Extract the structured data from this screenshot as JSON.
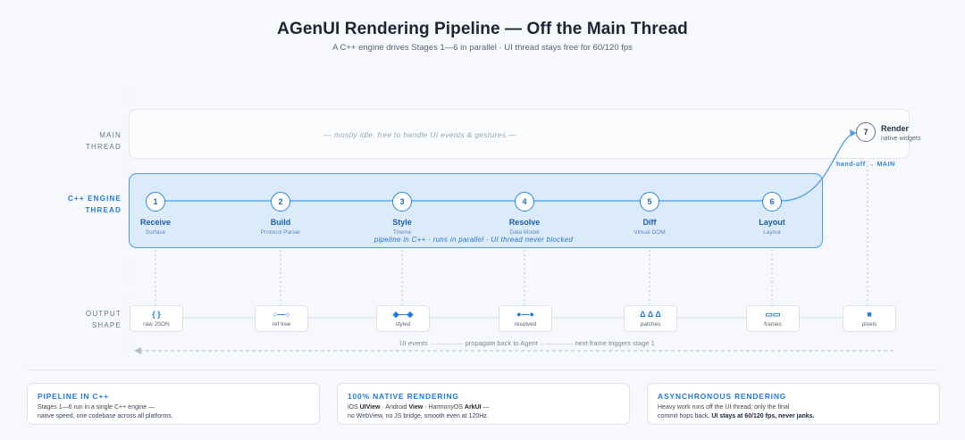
{
  "header": {
    "title": "AGenUI Rendering Pipeline — Off the Main Thread",
    "subtitle": "A C++ engine drives Stages 1—6 in parallel · UI thread stays free for 60/120 fps"
  },
  "rows": {
    "main": {
      "line1": "MAIN",
      "line2": "THREAD"
    },
    "cpp": {
      "line1": "C++ ENGINE",
      "line2": "THREAD"
    },
    "output": {
      "line1": "OUTPUT",
      "line2": "SHAPE"
    }
  },
  "main_thread_note": "— mostly idle, free to handle UI events & gestures —",
  "cpp_note": "pipeline in C++ · runs in parallel · UI thread never blocked",
  "stages": [
    {
      "num": "1",
      "name": "Receive",
      "sub": "Surface"
    },
    {
      "num": "2",
      "name": "Build",
      "sub": "Protocol Parser"
    },
    {
      "num": "3",
      "name": "Style",
      "sub": "Theme"
    },
    {
      "num": "4",
      "name": "Resolve",
      "sub": "Data Model"
    },
    {
      "num": "5",
      "name": "Diff",
      "sub": "Virtual DOM"
    },
    {
      "num": "6",
      "name": "Layout",
      "sub": "Layout"
    }
  ],
  "render_stage": {
    "num": "7",
    "name": "Render",
    "sub": "native widgets"
  },
  "handoff": "hand-off → MAIN",
  "outputs": [
    {
      "glyph": "{ }",
      "label": "raw JSON"
    },
    {
      "glyph": "○—○",
      "label": "ref tree"
    },
    {
      "glyph": "◆—◆",
      "label": "styled"
    },
    {
      "glyph": "●—●",
      "label": "resolved"
    },
    {
      "glyph": "Δ Δ Δ",
      "label": "patches"
    },
    {
      "glyph": "▭▭",
      "label": "frames"
    },
    {
      "glyph": "■",
      "label": "pixels"
    }
  ],
  "feedback": {
    "left": "UI events",
    "middle": "propagate back to Agent",
    "right": "next frame triggers stage 1"
  },
  "cards": [
    {
      "title": "PIPELINE IN C++",
      "line1": "Stages 1—6 run in a single C++ engine —",
      "line2": "native speed, one codebase across all platforms."
    },
    {
      "title": "100% NATIVE RENDERING",
      "p1": "iOS ",
      "b1": "UIView",
      "p2": " · Android ",
      "b2": "View",
      "p3": " · HarmonyOS ",
      "b3": "ArkUI",
      "p4": " —",
      "line2": "no WebView, no JS bridge, smooth even at 120Hz."
    },
    {
      "title": "ASYNCHRONOUS RENDERING",
      "line1": "Heavy work runs off the UI thread; only the final",
      "line2a": "commit hops back. ",
      "line2b": "UI stays at 60/120 fps, never janks."
    }
  ],
  "colors": {
    "accent": "#2a86de",
    "band": "#dcebfa",
    "background": "#f6f8fb"
  }
}
